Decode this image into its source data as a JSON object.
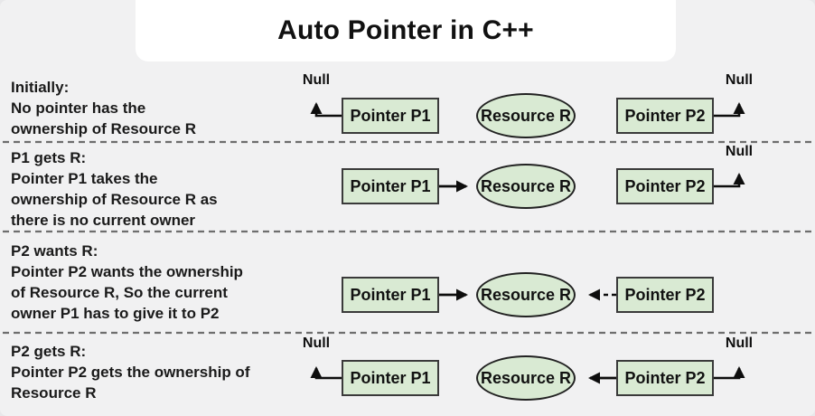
{
  "title": "Auto Pointer in C++",
  "labels": {
    "pointer_p1": "Pointer P1",
    "pointer_p2": "Pointer P2",
    "resource": "Resource R",
    "null": "Null"
  },
  "colors": {
    "page_bg": "#f1f1f2",
    "panel_bg": "#ffffff",
    "node_fill": "#d9ead3",
    "node_border": "#3a3a3a",
    "arrow": "#0d0d0d",
    "divider": "#6e6e6e",
    "text": "#1a1a1a"
  },
  "rows": [
    {
      "name": "initially",
      "lines": [
        "Initially:",
        "No pointer has the",
        "ownership of Resource R"
      ]
    },
    {
      "name": "p1-gets-r",
      "lines": [
        "P1 gets R:",
        "Pointer P1 takes the",
        "ownership of Resource R as",
        "there is no current owner"
      ]
    },
    {
      "name": "p2-wants-r",
      "lines": [
        "P2 wants R:",
        "Pointer P2 wants the ownership",
        "of Resource R, So the current",
        "owner P1 has to give it to P2"
      ]
    },
    {
      "name": "p2-gets-r",
      "lines": [
        "P2 gets R:",
        "Pointer P2 gets the ownership of",
        "Resource R"
      ]
    }
  ]
}
